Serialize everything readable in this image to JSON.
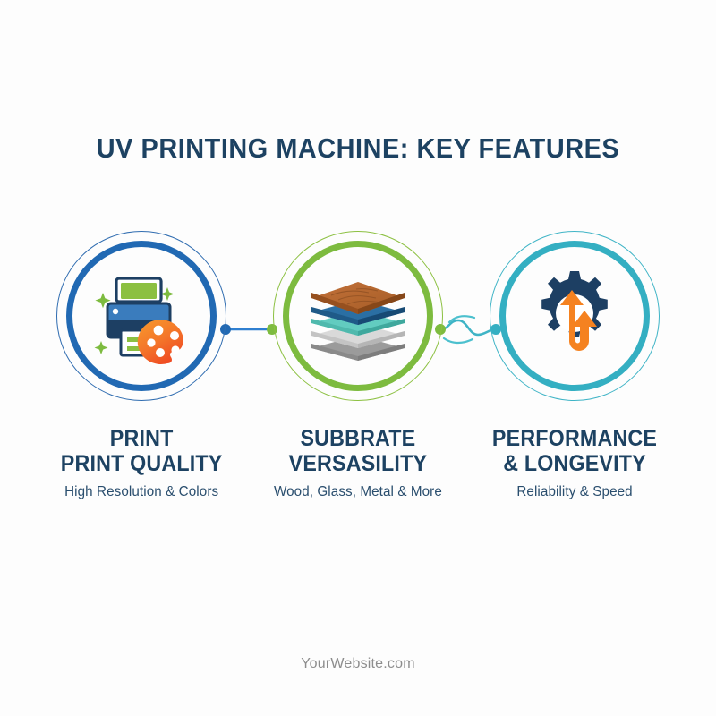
{
  "page": {
    "title": "UV PRINTING MACHINE: KEY FEATURES",
    "background_color": "#fdfdfd",
    "title_color": "#1d4262"
  },
  "features": [
    {
      "icon": "printer-palette-icon",
      "accent_color": "#2169b3",
      "heading_line1": "PRINT",
      "heading_line2": "PRINT QUALITY",
      "subtitle": "High Resolution & Colors"
    },
    {
      "icon": "material-layers-icon",
      "accent_color": "#7dbb3f",
      "heading_line1": "SUBBRATE",
      "heading_line2": "VERSASILITY",
      "subtitle": "Wood, Glass, Metal & More"
    },
    {
      "icon": "gear-arrows-icon",
      "accent_color": "#34afc2",
      "heading_line1": "PERFORMANCE",
      "heading_line2": "& LONGEVITY",
      "subtitle": "Reliability & Speed"
    }
  ],
  "connectors": [
    {
      "name": "straight-connector",
      "start_dot_color": "#2169b3",
      "end_dot_color": "#7dbb3f",
      "line_color": "#2f7fd0"
    },
    {
      "name": "wavy-connector",
      "start_dot_color": "#7dbb3f",
      "end_dot_color": "#34afc2",
      "line_color": "#3fb4c6"
    }
  ],
  "footer": {
    "website": "YourWebsite.com",
    "color": "#8d8d8d"
  }
}
